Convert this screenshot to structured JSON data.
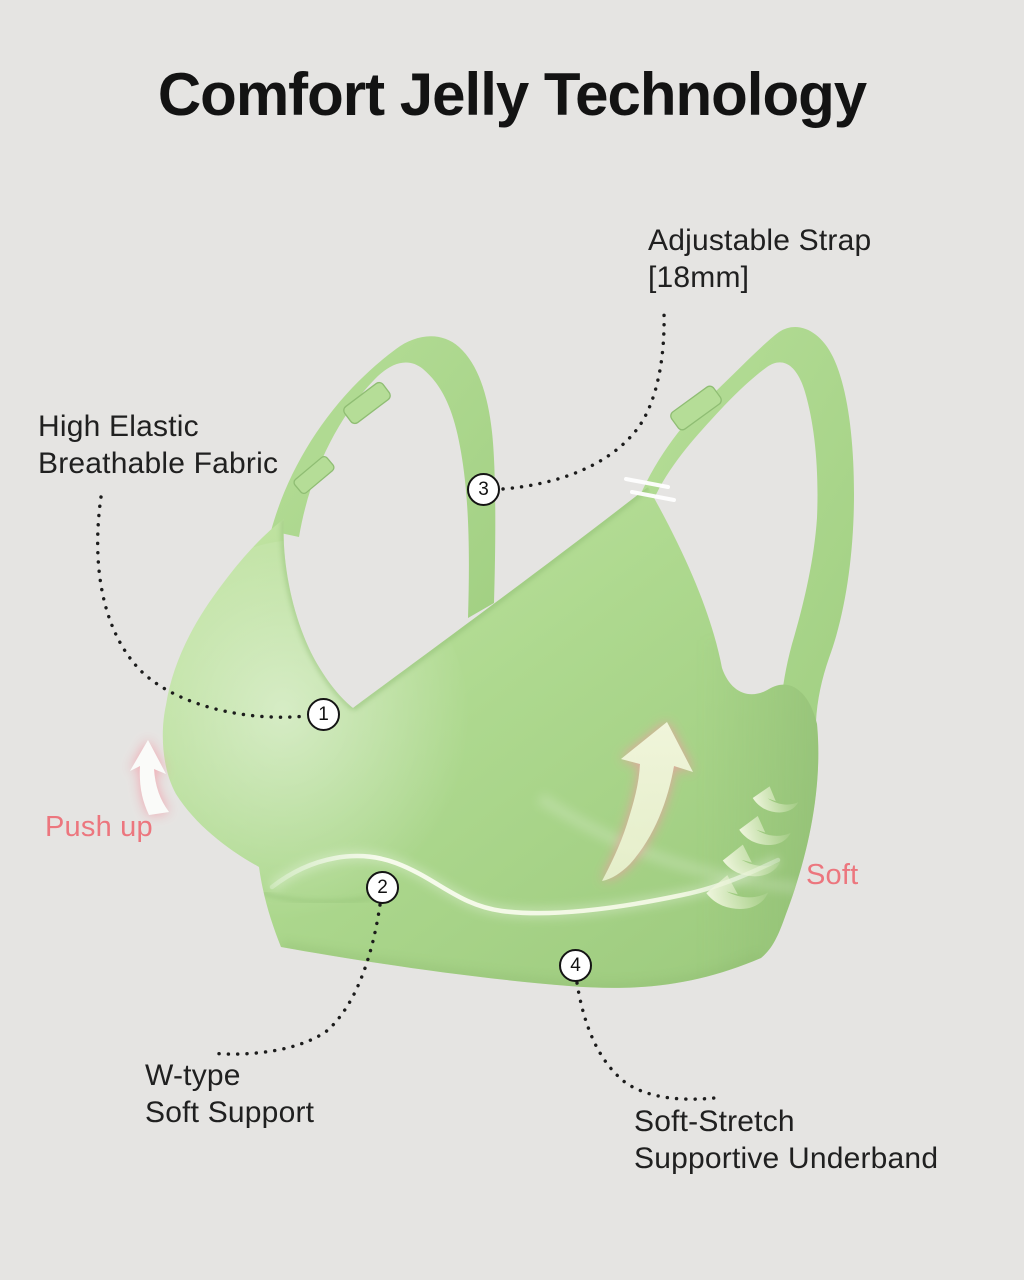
{
  "title": "Comfort Jelly Technology",
  "colors": {
    "background": "#e5e4e2",
    "bra_green": "#abd88c",
    "bra_green_light": "#c9e8ad",
    "bra_green_dark": "#95c377",
    "accent_pink": "#ec767e",
    "text_dark": "#202020",
    "marker_bg": "#ffffff",
    "marker_border": "#141414"
  },
  "callouts": [
    {
      "number": "1",
      "line1": "High Elastic",
      "line2": "Breathable Fabric"
    },
    {
      "number": "2",
      "line1": "W-type",
      "line2": "Soft Support"
    },
    {
      "number": "3",
      "line1": "Adjustable Strap",
      "line2": "[18mm]"
    },
    {
      "number": "4",
      "line1": "Soft-Stretch",
      "line2": "Supportive Underband"
    }
  ],
  "effect_labels": {
    "push_up": "Push up",
    "soft": "Soft"
  }
}
